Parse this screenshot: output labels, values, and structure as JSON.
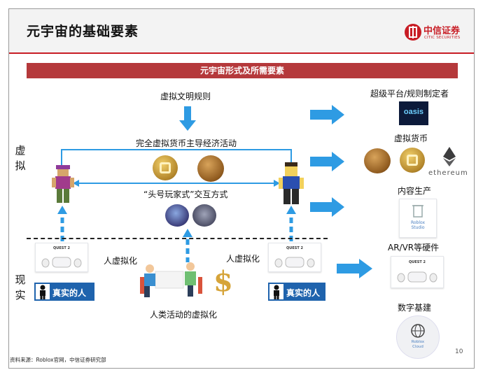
{
  "header": {
    "title": "元宇宙的基础要素",
    "logo_cn": "中信证券",
    "logo_en": "CITIC SECURITIES"
  },
  "banner": "元宇宙形式及所需要素",
  "left": {
    "virtual_label": "虚\n拟",
    "real_label": "现\n实",
    "rules": "虚拟文明规则",
    "economy": "完全虚拟货币主导经济活动",
    "interaction": "“头号玩家式”交互方式",
    "human_virt_left": "人虚拟化",
    "human_virt_right": "人虚拟化",
    "human_activity": "人类活动的虚拟化",
    "real_person_left": "真实的人",
    "real_person_right": "真实的人",
    "quest_left": "QUEST 2",
    "quest_right": "QUEST 2"
  },
  "right": {
    "platform": "超级平台/规则制定者",
    "platform_logo": "oasis",
    "currency": "虚拟货币",
    "ethereum": "ethereum",
    "content": "内容生产",
    "studio_label": "Roblox\nStudio",
    "hardware": "AR/VR等硬件",
    "quest": "QUEST 2",
    "infra": "数字基建",
    "cloud_label": "Roblox\nCloud"
  },
  "footer": "资料来源：Roblox官网，中信证券研究部",
  "page_number": "10",
  "colors": {
    "arrow_blue": "#2e9be3",
    "dark_blue": "#1f63ad",
    "banner_red": "#b5393b",
    "brand_red": "#c81d25"
  }
}
